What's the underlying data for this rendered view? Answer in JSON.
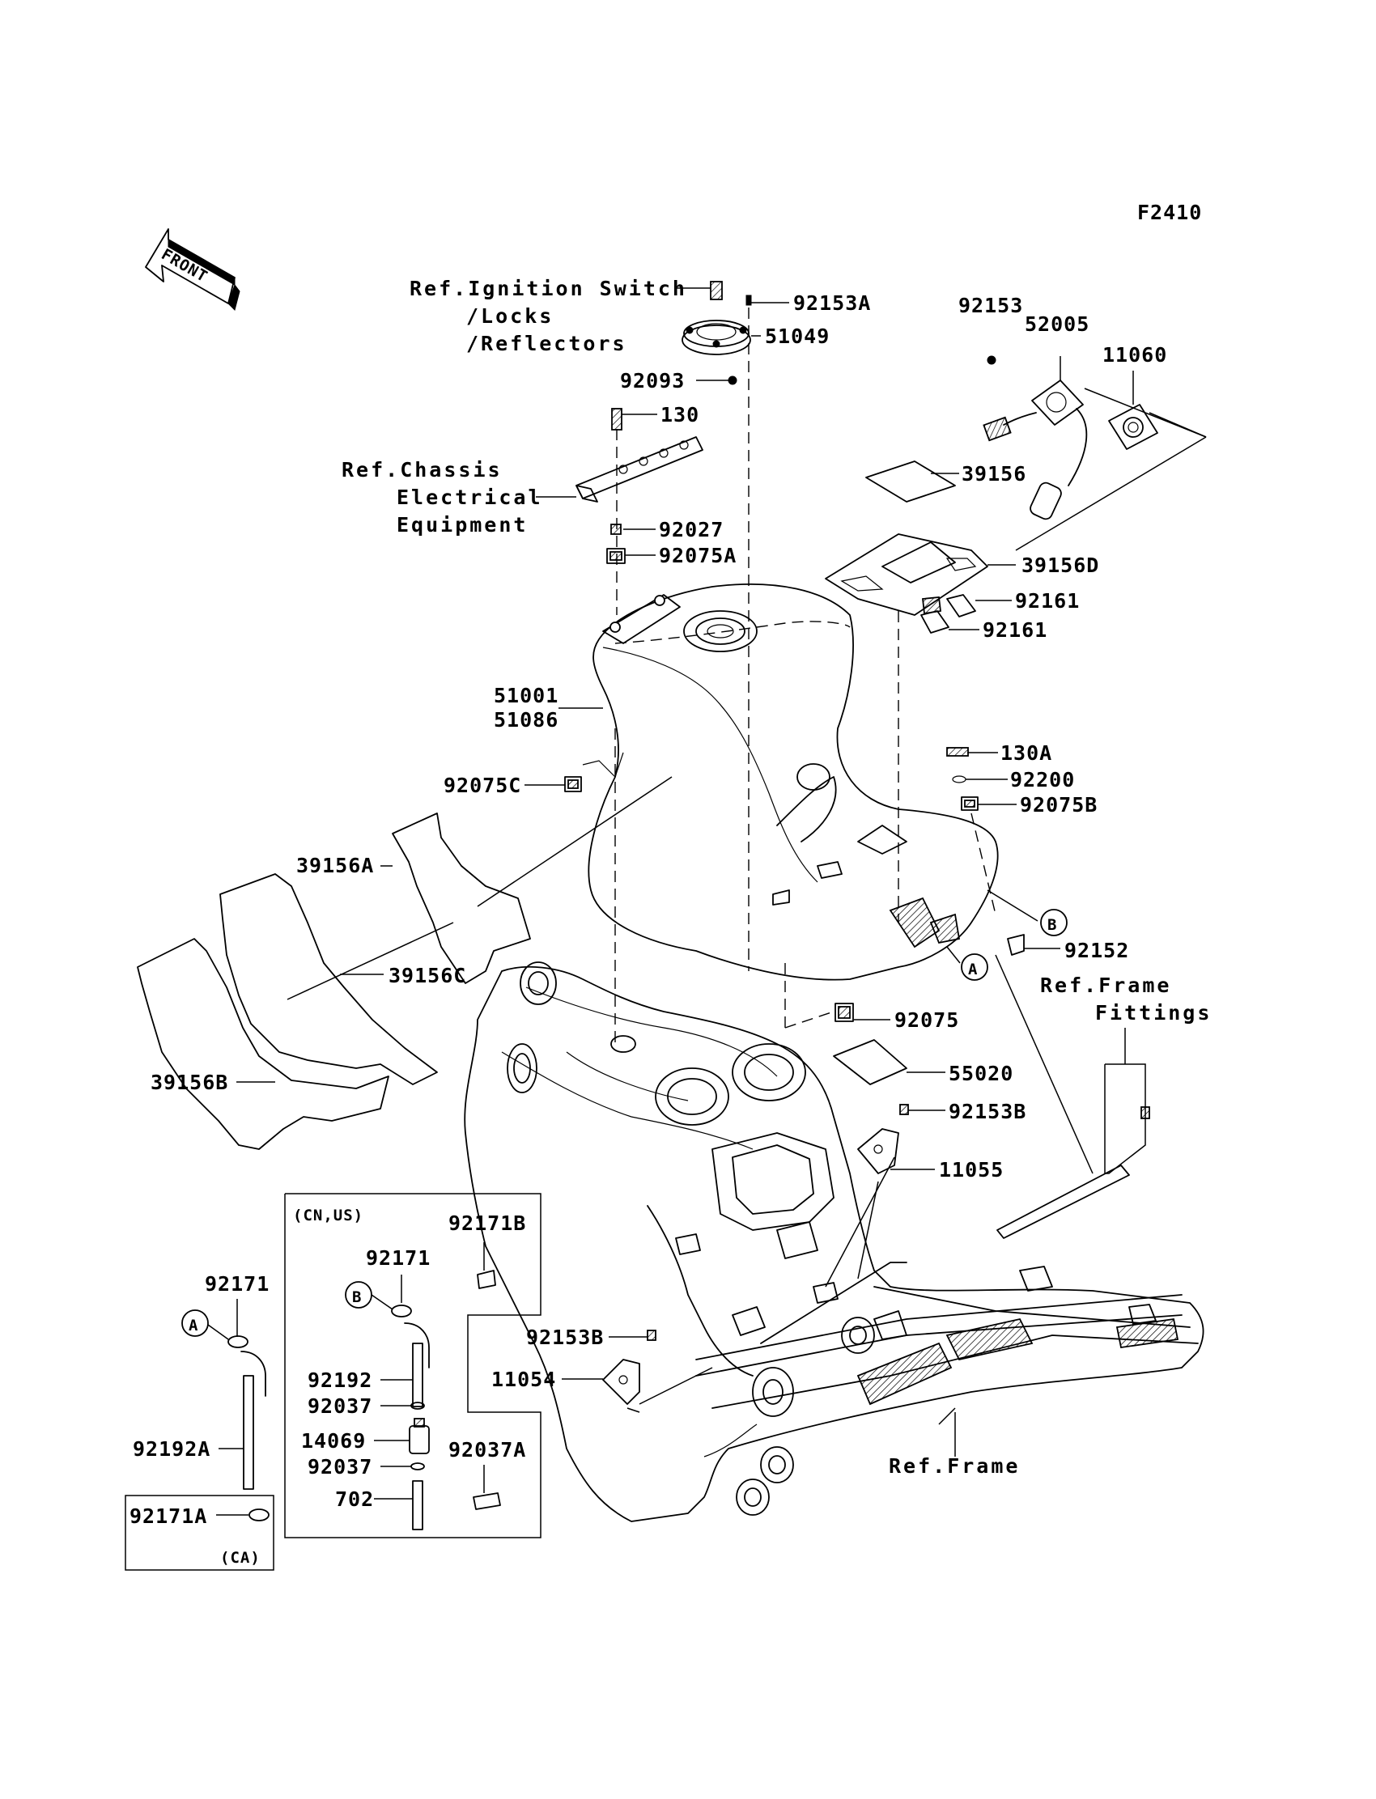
{
  "figure_code": "F2410",
  "front_label": "FRONT",
  "labels": {
    "ref_ignition": "Ref.Ignition Switch",
    "ref_locks": "/Locks",
    "ref_reflectors": "/Reflectors",
    "ref_chassis_1": "Ref.Chassis",
    "ref_chassis_2": "Electrical",
    "ref_chassis_3": "Equipment",
    "ref_frame_fittings_1": "Ref.Frame",
    "ref_frame_fittings_2": "Fittings",
    "ref_frame": "Ref.Frame",
    "box_cn_us": "(CN,US)",
    "box_ca": "(CA)",
    "callout_a": "A",
    "callout_b": "B"
  },
  "parts": {
    "p92153A": "92153A",
    "p51049": "51049",
    "p92093": "92093",
    "p130": "130",
    "p92027": "92027",
    "p92075A": "92075A",
    "p92153": "92153",
    "p52005": "52005",
    "p11060": "11060",
    "p39156": "39156",
    "p39156D": "39156D",
    "p92161a": "92161",
    "p92161b": "92161",
    "p51001": "51001",
    "p51086": "51086",
    "p92075C": "92075C",
    "p130A": "130A",
    "p92200": "92200",
    "p92075B": "92075B",
    "p39156A": "39156A",
    "p92152": "92152",
    "p39156C": "39156C",
    "p92075": "92075",
    "p55020": "55020",
    "p39156B": "39156B",
    "p92153Ba": "92153B",
    "p11055": "11055",
    "p92171B": "92171B",
    "p92171a": "92171",
    "p92171b": "92171",
    "p92192": "92192",
    "p92037a": "92037",
    "p14069": "14069",
    "p92037b": "92037",
    "p702": "702",
    "p92037A": "92037A",
    "p92192A": "92192A",
    "p92171A": "92171A",
    "p92153Bb": "92153B",
    "p11054": "11054"
  }
}
